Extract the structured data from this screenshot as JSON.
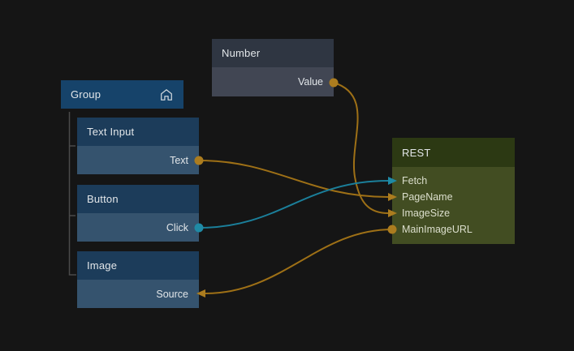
{
  "app": {
    "description": "visual node graph editor canvas"
  },
  "colors": {
    "background": "#151515",
    "wire_orange": "#9e7016",
    "port_orange": "#ab7c1f",
    "wire_teal": "#1b7f9a",
    "port_teal": "#1f8aa5",
    "node_gray_header": "#2f3642",
    "node_gray_body": "#414653",
    "node_blue_header": "#1c3c5a",
    "node_blue_body": "#35536e",
    "group_header": "#16436a",
    "rest_header": "#2c3913",
    "rest_body": "#424d22",
    "tree_line": "#4a4a4a"
  },
  "nodes": [
    {
      "id": "number",
      "title": "Number",
      "ports": [
        {
          "label": "Value",
          "direction": "output",
          "color": "orange"
        }
      ]
    },
    {
      "id": "group",
      "title": "Group",
      "icon": "home-icon",
      "ports": []
    },
    {
      "id": "text-input",
      "title": "Text Input",
      "parent": "Group",
      "ports": [
        {
          "label": "Text",
          "direction": "output",
          "color": "orange"
        }
      ]
    },
    {
      "id": "button",
      "title": "Button",
      "parent": "Group",
      "ports": [
        {
          "label": "Click",
          "direction": "output",
          "color": "teal"
        }
      ]
    },
    {
      "id": "image",
      "title": "Image",
      "parent": "Group",
      "ports": [
        {
          "label": "Source",
          "direction": "input",
          "color": "orange"
        }
      ]
    },
    {
      "id": "rest",
      "title": "REST",
      "ports": [
        {
          "label": "Fetch",
          "direction": "input",
          "color": "teal"
        },
        {
          "label": "PageName",
          "direction": "input",
          "color": "orange"
        },
        {
          "label": "ImageSize",
          "direction": "input",
          "color": "orange"
        },
        {
          "label": "MainImageURL",
          "direction": "output",
          "color": "orange"
        }
      ]
    }
  ],
  "connections": [
    {
      "from": "Number.Value",
      "to": "REST.ImageSize",
      "color": "orange"
    },
    {
      "from": "Text Input.Text",
      "to": "REST.PageName",
      "color": "orange"
    },
    {
      "from": "Button.Click",
      "to": "REST.Fetch",
      "color": "teal"
    },
    {
      "from": "REST.MainImageURL",
      "to": "Image.Source",
      "color": "orange"
    }
  ]
}
